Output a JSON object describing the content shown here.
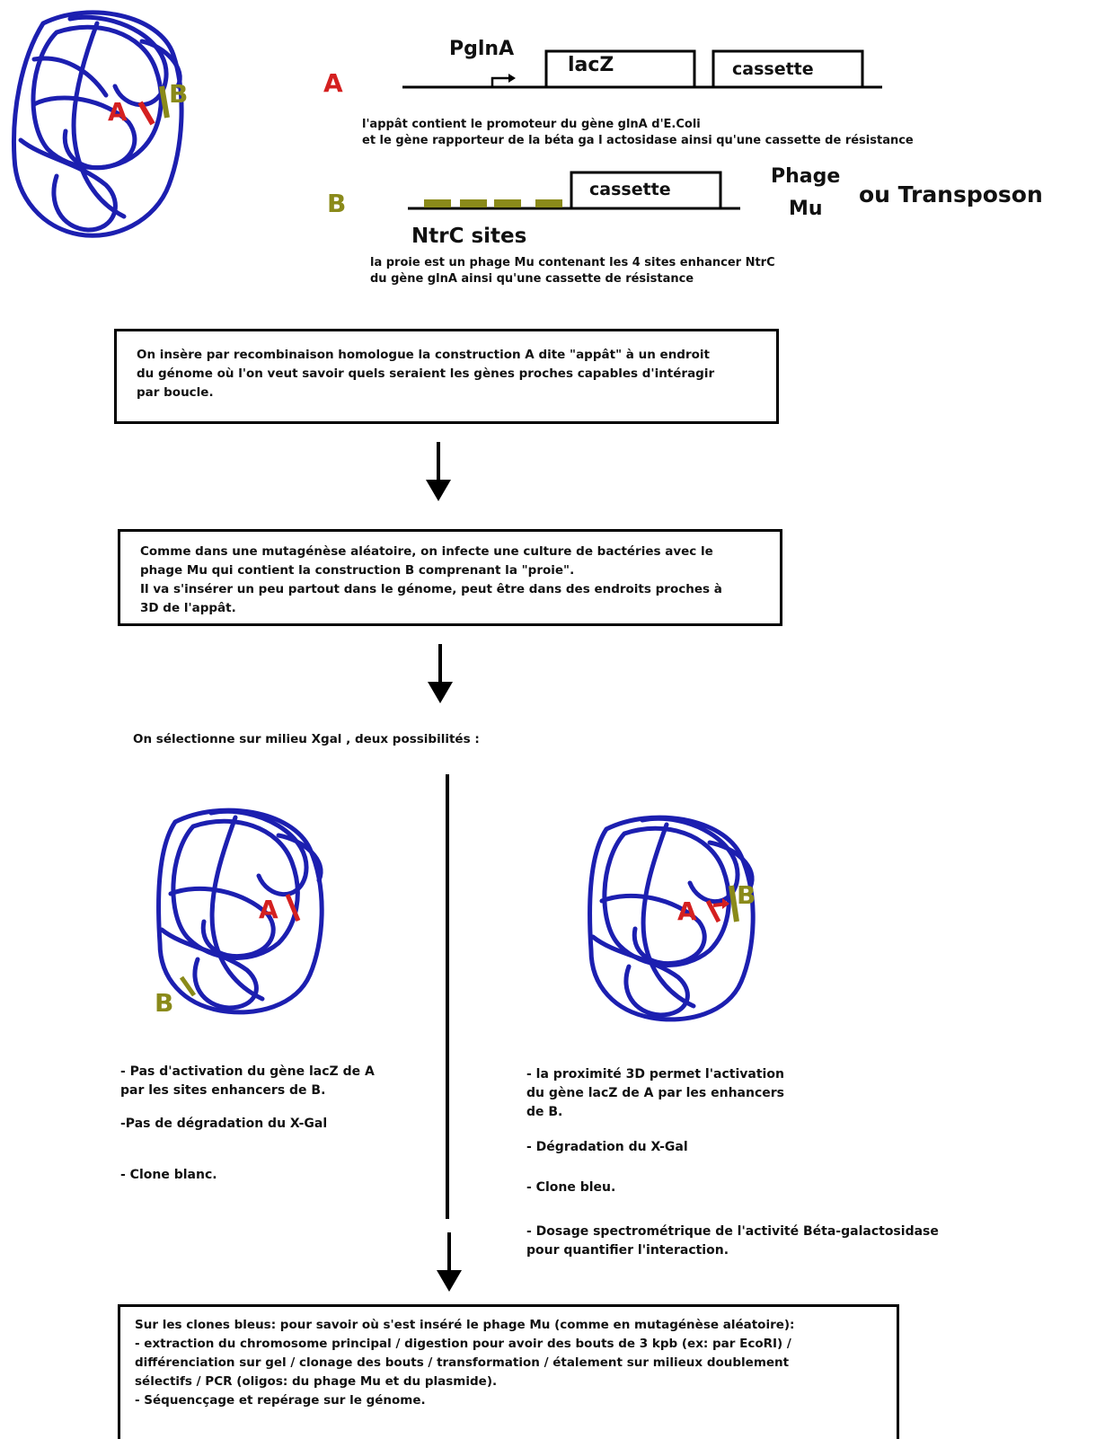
{
  "colors": {
    "chromosome": "#1c1fb0",
    "bait_A": "#d42020",
    "prey_B": "#8a8a1a",
    "line": "#000000"
  },
  "labels": {
    "A": "A",
    "B": "B"
  },
  "construct_A": {
    "promoter": "PglnA",
    "gene": "lacZ",
    "cassette": "cassette",
    "caption_line1": "l'appât contient le promoteur du gène glnA d'E.Coli",
    "caption_line2": "et le gène rapporteur de la béta ga l actosidase  ainsi qu'une cassette de résistance"
  },
  "construct_B": {
    "cassette": "cassette",
    "sites_label": "NtrC sites",
    "phage_line1": "Phage",
    "phage_line2": "Mu",
    "transposon": "ou Transposon",
    "caption_line1": "la proie est un phage Mu contenant les 4 sites enhancer NtrC",
    "caption_line2": "du gène glnA  ainsi qu'une cassette de résistance"
  },
  "step1": {
    "lines": [
      "On insère par recombinaison homologue la construction A dite \"appât\" à un endroit",
      "du génome où l'on veut savoir quels seraient les gènes proches capables d'intéragir",
      "par boucle."
    ]
  },
  "step2": {
    "lines": [
      "Comme dans une mutagénèse aléatoire, on infecte une culture de bactéries avec le",
      "phage Mu qui contient la construction B comprenant la \"proie\".",
      "Il va s'insérer un peu partout dans le génome, peut être dans des endroits proches à",
      "3D de l'appât."
    ]
  },
  "selection": "On sélectionne sur milieu  Xgal ,  deux possibilités :",
  "left_outcome": {
    "p1_line1": "- Pas d'activation du gène lacZ de A",
    "p1_line2": "par les sites enhancers de B.",
    "p2": "-Pas de dégradation du X-Gal",
    "p3": "- Clone blanc."
  },
  "right_outcome": {
    "p1_line1": "- la proximité 3D permet l'activation",
    "p1_line2": "du gène lacZ de A par les enhancers",
    "p1_line3": "de B.",
    "p2": "- Dégradation du X-Gal",
    "p3": "- Clone bleu.",
    "p4_line1": "- Dosage spectrométrique de l'activité Béta-galactosidase",
    "p4_line2": "pour quantifier l'interaction."
  },
  "final_box": {
    "lines": [
      "Sur les clones bleus: pour savoir où s'est inséré le phage Mu (comme en mutagénèse aléatoire):",
      "- extraction du chromosome principal / digestion pour avoir des bouts de 3 kpb (ex: par EcoRI) /",
      "différenciation sur gel / clonage des bouts / transformation / étalement sur milieux doublement",
      "sélectifs / PCR (oligos: du phage Mu et du plasmide).",
      "- Séquencçage et repérage sur le génome."
    ]
  }
}
